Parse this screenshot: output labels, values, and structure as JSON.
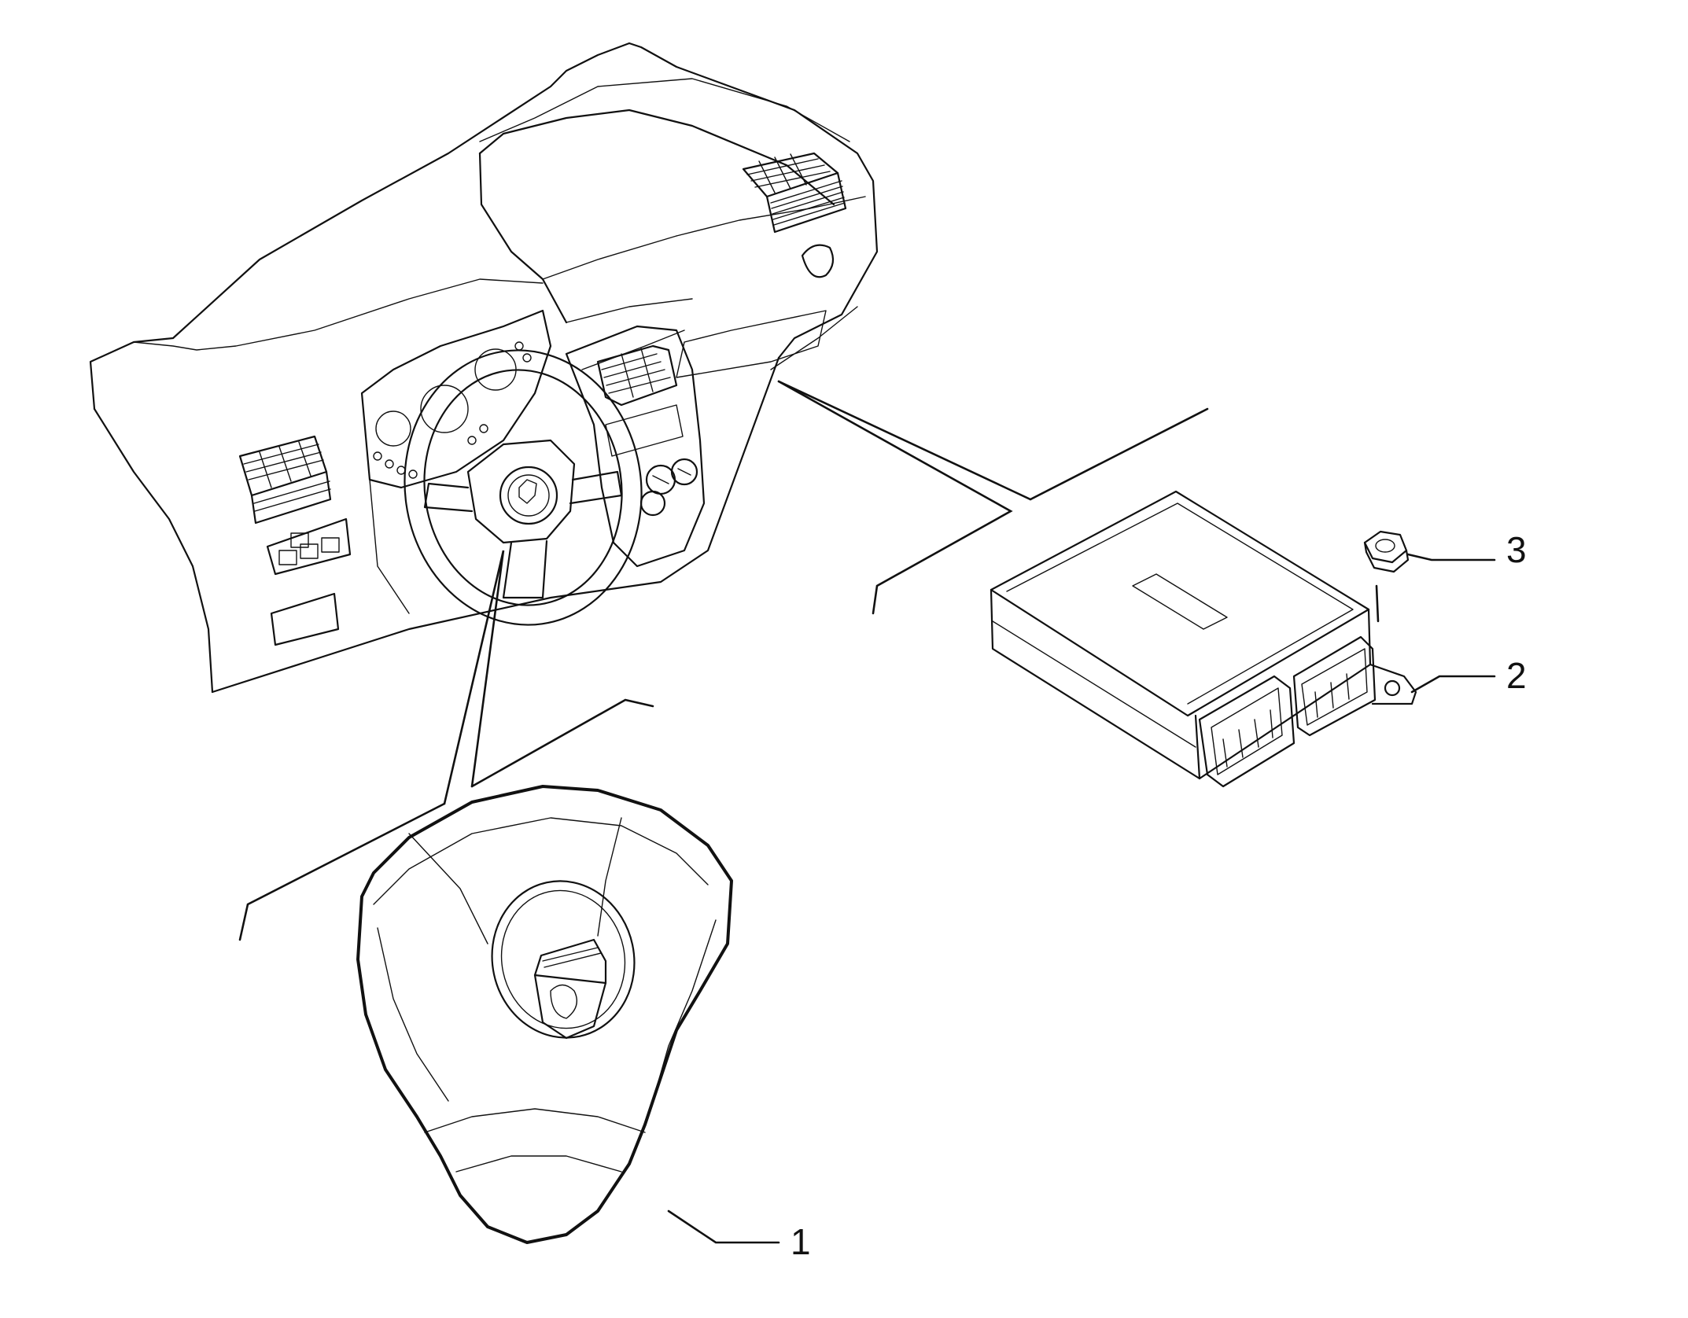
{
  "callouts": [
    {
      "id": "1",
      "label": "1"
    },
    {
      "id": "2",
      "label": "2"
    },
    {
      "id": "3",
      "label": "3"
    }
  ],
  "colors": {
    "line": "#111111",
    "background": "#ffffff"
  }
}
